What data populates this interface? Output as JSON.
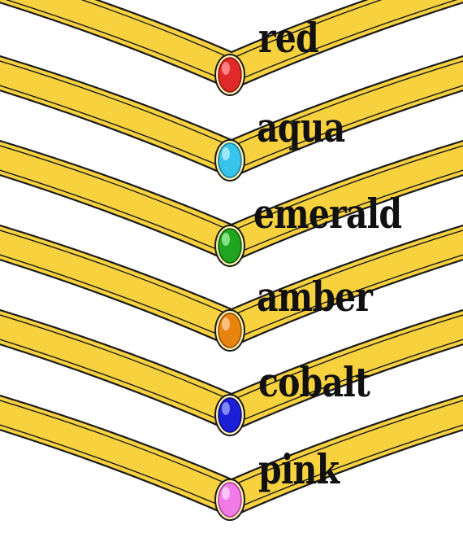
{
  "bands": [
    {
      "label": "red",
      "gem_color": "#e02a2a",
      "gem_highlight": "#ff9a9a",
      "gem_shadow": "#8e0f0f"
    },
    {
      "label": "aqua",
      "gem_color": "#36c4ec",
      "gem_highlight": "#b9efff",
      "gem_shadow": "#137a9c"
    },
    {
      "label": "emerald",
      "gem_color": "#1fa51f",
      "gem_highlight": "#9ff09f",
      "gem_shadow": "#0b5a0b"
    },
    {
      "label": "amber",
      "gem_color": "#e8830f",
      "gem_highlight": "#ffd09a",
      "gem_shadow": "#8c4a05"
    },
    {
      "label": "cobalt",
      "gem_color": "#1b1fd6",
      "gem_highlight": "#9ea1ff",
      "gem_shadow": "#0a0c7a"
    },
    {
      "label": "pink",
      "gem_color": "#f07ae6",
      "gem_highlight": "#ffd6fb",
      "gem_shadow": "#a53a9c"
    }
  ],
  "colors": {
    "band_fill": "#f7d23e",
    "band_outline": "#1a1a1a",
    "background": "#ffffff"
  }
}
